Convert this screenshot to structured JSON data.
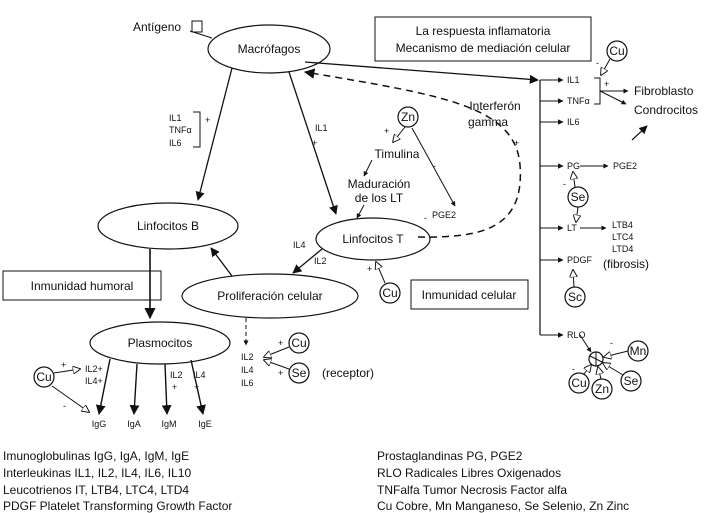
{
  "title_box": {
    "line1": "La respuesta inflamatoria",
    "line2": "Mecanismo de mediación celular"
  },
  "nodes": {
    "antigeno": "Antígeno",
    "macrofagos": "Macrófagos",
    "linfocitos_b": "Linfocitos B",
    "linfocitos_t": "Linfocitos T",
    "proliferacion": "Proliferación celular",
    "plasmocitos": "Plasmocitos",
    "inmunidad_humoral": "Inmunidad humoral",
    "inmunidad_celular": "Inmunidad celular",
    "interferon_1": "Interferón",
    "interferon_2": "gamma",
    "timulina": "Timulina",
    "maduracion_1": "Maduración",
    "maduracion_2": "de los LT",
    "fibroblasto": "Fibroblasto",
    "condrocitos": "Condrocitos",
    "fibrosis": "(fibrosis)",
    "receptor": "(receptor)"
  },
  "circles": {
    "cu": "Cu",
    "zn": "Zn",
    "se": "Se",
    "sc": "Sc",
    "mn": "Mn"
  },
  "mediators": {
    "il1": "IL1",
    "tnfa": "TNFα",
    "il6": "IL6",
    "il2": "IL2",
    "il4": "IL4",
    "il1b": "IL1",
    "il2_plus": "IL2+",
    "il4_plus": "IL4+",
    "pg": "PG",
    "pge2": "PGE2",
    "lt": "LT",
    "ltb4": "LTB4",
    "ltc4": "LTC4",
    "ltd4": "LTD4",
    "pdgf": "PDGF",
    "rlo": "RLO",
    "pge2_b": "PGE2"
  },
  "immunoglobulins": [
    "IgG",
    "IgA",
    "IgM",
    "IgE"
  ],
  "signs": {
    "plus": "+",
    "minus": "-"
  },
  "legend_left": [
    "Imunoglobulinas IgG, IgA, IgM, IgE",
    "Interleukinas IL1, IL2, IL4, IL6, IL10",
    "Leucotrienos IT, LTB4, LTC4, LTD4",
    "PDGF Platelet Transforming Growth Factor"
  ],
  "legend_right": [
    "Prostaglandinas PG, PGE2",
    "RLO Radicales Libres Oxigenados",
    "TNFalfa Tumor Necrosis Factor alfa",
    "Cu Cobre, Mn Manganeso, Se Selenio, Zn Zinc"
  ]
}
